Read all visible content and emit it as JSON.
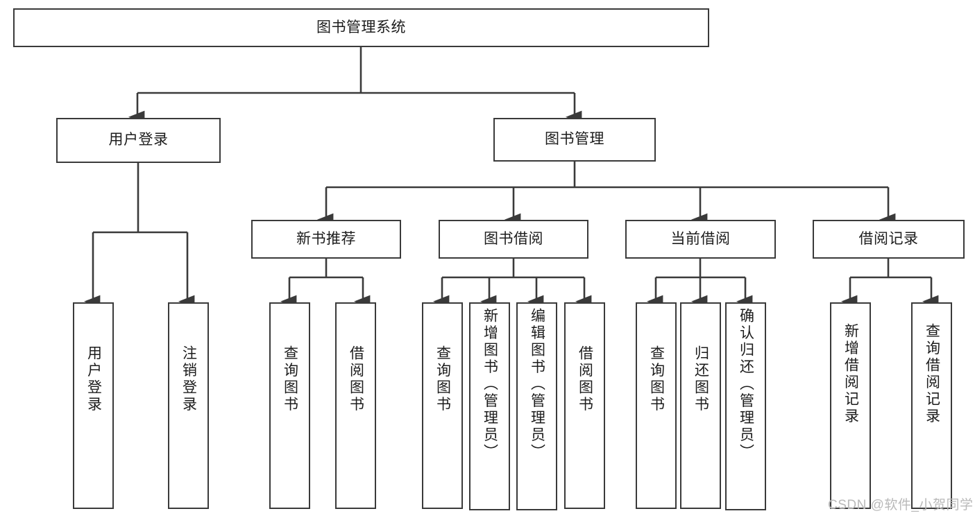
{
  "diagram": {
    "title": "图书管理系统",
    "type": "hierarchy-tree",
    "watermark": "CSDN @软件_小贺同学",
    "colors": {
      "background": "#ffffff",
      "box_border": "#3a3a3a",
      "box_fill": "#ffffff",
      "text": "#1c1c1c",
      "connector": "#3a3a3a",
      "watermark": "#b9b9b9"
    },
    "root": {
      "label": "图书管理系统"
    },
    "level2": [
      {
        "label": "用户登录"
      },
      {
        "label": "图书管理"
      }
    ],
    "level3": [
      {
        "label": "新书推荐"
      },
      {
        "label": "图书借阅"
      },
      {
        "label": "当前借阅"
      },
      {
        "label": "借阅记录"
      }
    ],
    "leaves": {
      "user_login": [
        {
          "label": "用户登录"
        },
        {
          "label": "注销登录"
        }
      ],
      "new_book_recommend": [
        {
          "label": "查询图书"
        },
        {
          "label": "借阅图书"
        }
      ],
      "book_borrow": [
        {
          "label": "查询图书"
        },
        {
          "label": "新增图书（管理员）"
        },
        {
          "label": "编辑图书（管理员）"
        },
        {
          "label": "借阅图书"
        }
      ],
      "current_borrow": [
        {
          "label": "查询图书"
        },
        {
          "label": "归还图书"
        },
        {
          "label": "确认归还（管理员）"
        }
      ],
      "borrow_record": [
        {
          "label": "新增借阅记录"
        },
        {
          "label": "查询借阅记录"
        }
      ]
    }
  }
}
